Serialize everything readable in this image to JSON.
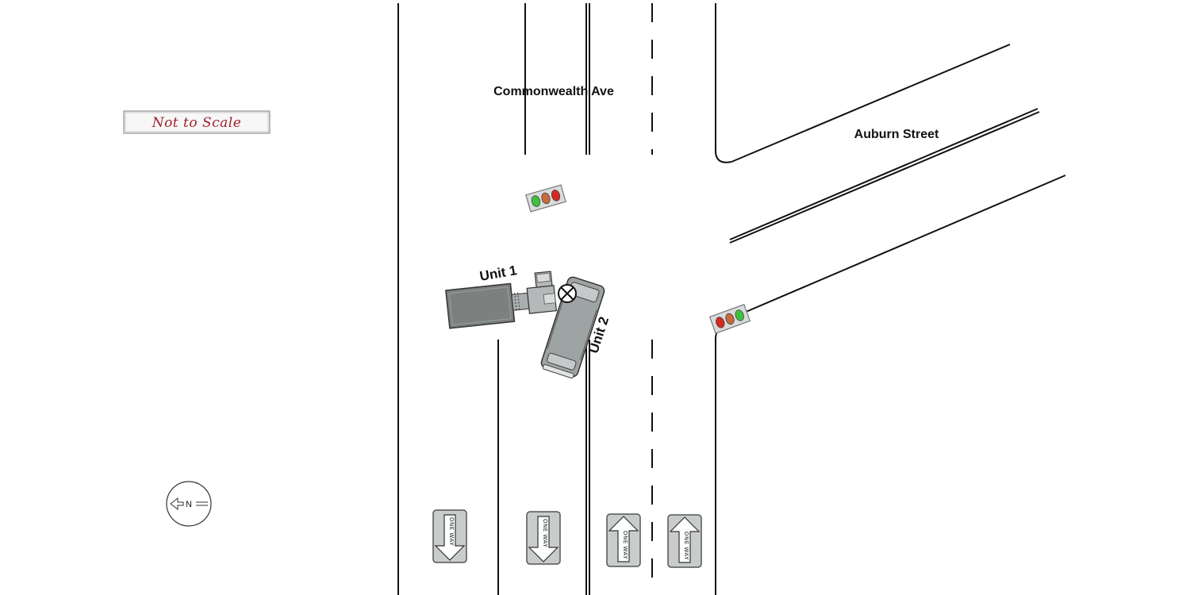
{
  "labels": {
    "main_street": "Commonwealth Ave",
    "cross_street": "Auburn Street",
    "unit1": "Unit 1",
    "unit2": "Unit 2",
    "scale_note": "Not to Scale",
    "north": "N",
    "oneway": "ONE WAY"
  },
  "colors": {
    "road_line": "#111111",
    "vehicle_body": "#9ea3a3",
    "vehicle_dark": "#7c8180",
    "signal_red": "#d42a1f",
    "signal_amber": "#c86a3a",
    "signal_green": "#3fc23b",
    "sign_fill": "#c9cccc",
    "scale_text": "#a0202a"
  },
  "icons": {
    "north_arrow": "north-arrow-icon",
    "impact_point": "impact-x-icon",
    "traffic_signal": "traffic-signal-icon",
    "oneway_sign": "oneway-sign-icon"
  }
}
